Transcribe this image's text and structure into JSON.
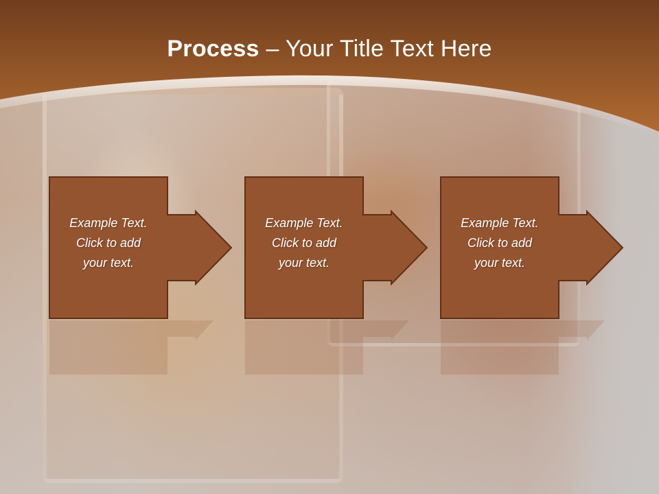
{
  "slide": {
    "title_bold": "Process",
    "title_rest": " – Your Title Text Here",
    "colors": {
      "header_dark": "#6f3d1d",
      "header_light": "#b06a31",
      "box_fill": "#955430",
      "box_stroke": "#5e3014",
      "arc": "#f0e6dd"
    }
  },
  "steps": [
    {
      "text": "Example Text.\nClick  to add\nyour text."
    },
    {
      "text": "Example Text.\nClick  to add\nyour text."
    },
    {
      "text": "Example Text.\nClick  to add\nyour text."
    }
  ]
}
